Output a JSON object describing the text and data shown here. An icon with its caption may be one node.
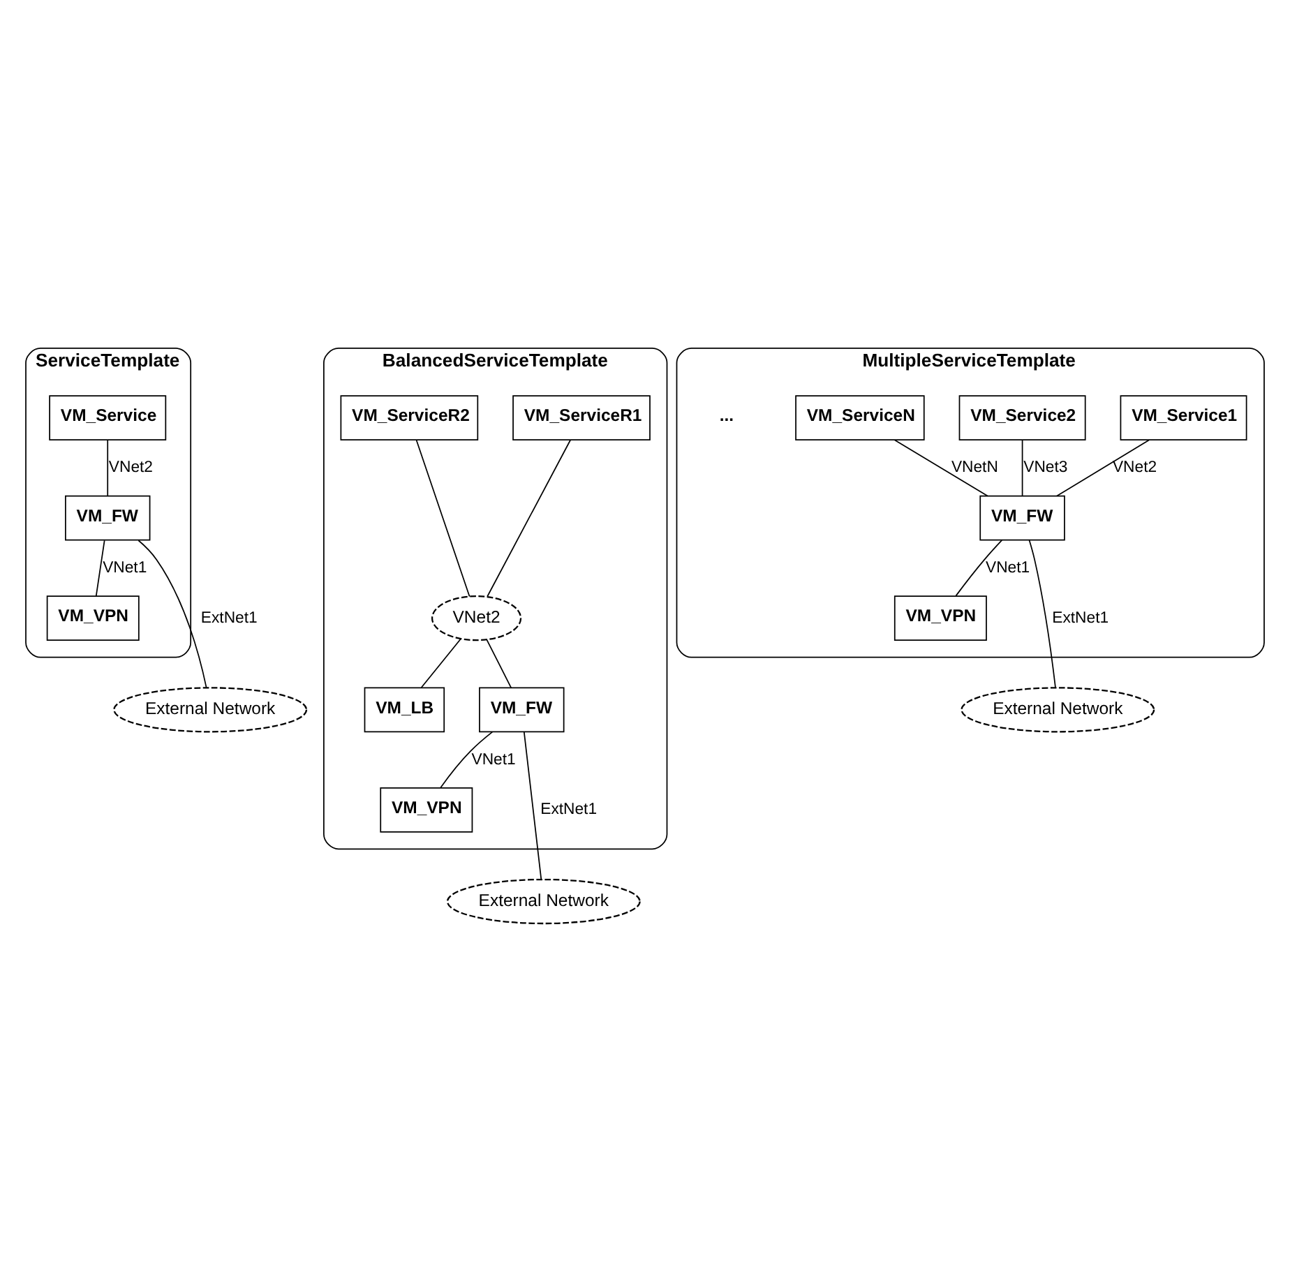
{
  "diagram": {
    "nodes": [
      {
        "text": [
          "ServiceTemplate"
        ]
      },
      {
        "text": [
          "VM_Service"
        ],
        "in": 0
      },
      {
        "text": [
          "VM_FW"
        ],
        "in": 0
      },
      {
        "text": [
          "VM_VPN"
        ],
        "in": 0
      },
      {
        "text": [
          "External Network"
        ]
      },
      {
        "text": [
          "BalancedServiceTemplate"
        ]
      },
      {
        "text": [
          "VM_ServiceR1"
        ],
        "in": 5
      },
      {
        "text": [
          "VM_ServiceR2"
        ],
        "in": 5
      },
      {
        "text": [
          "VNet2"
        ],
        "in": 5
      },
      {
        "text": [
          "VM_LB"
        ],
        "in": 5
      },
      {
        "text": [
          "VM_FW"
        ],
        "in": 5
      },
      {
        "text": [
          "VM_VPN"
        ],
        "in": 5
      },
      {
        "text": [
          "External Network"
        ]
      },
      {
        "text": [
          "MultipleServiceTemplate"
        ]
      },
      {
        "text": [
          "VM_Service1"
        ],
        "in": 13
      },
      {
        "text": [
          "VM_Service2"
        ],
        "in": 13
      },
      {
        "text": [
          "VM_ServiceN"
        ],
        "in": 13
      },
      {
        "text": [
          "VM_FW"
        ],
        "in": 13
      },
      {
        "text": [
          "VM_VPN"
        ],
        "in": 13
      },
      {
        "text": [
          "External Network"
        ]
      }
    ],
    "edges": [
      {
        "from": 1,
        "to": 2,
        "arrow": "none",
        "label": "VNet2"
      },
      {
        "from": 2,
        "to": 3,
        "arrow": "none",
        "label": "VNet1"
      },
      {
        "from": 2,
        "to": 4,
        "arrow": "none",
        "label": "ExtNet1"
      },
      {
        "from": 6,
        "to": 8,
        "arrow": "none"
      },
      {
        "from": 7,
        "to": 8,
        "arrow": "none"
      },
      {
        "from": 8,
        "to": 9,
        "arrow": "none"
      },
      {
        "from": 8,
        "to": 10,
        "arrow": "none"
      },
      {
        "from": 10,
        "to": 11,
        "arrow": "none",
        "label": "VNet1"
      },
      {
        "from": 10,
        "to": 12,
        "arrow": "none",
        "label": "ExtNet1"
      },
      {
        "from": 14,
        "to": 17,
        "arrow": "none",
        "label": "VNet2"
      },
      {
        "from": 15,
        "to": 17,
        "arrow": "none",
        "label": "VNet3"
      },
      {
        "from": 16,
        "to": 17,
        "arrow": "none",
        "label": "VNetN"
      },
      {
        "from": 17,
        "to": 18,
        "arrow": "none",
        "label": "VNet1"
      },
      {
        "from": 17,
        "to": 19,
        "arrow": "none",
        "label": "ExtNet1"
      }
    ],
    "labels": [
      "..."
    ]
  }
}
